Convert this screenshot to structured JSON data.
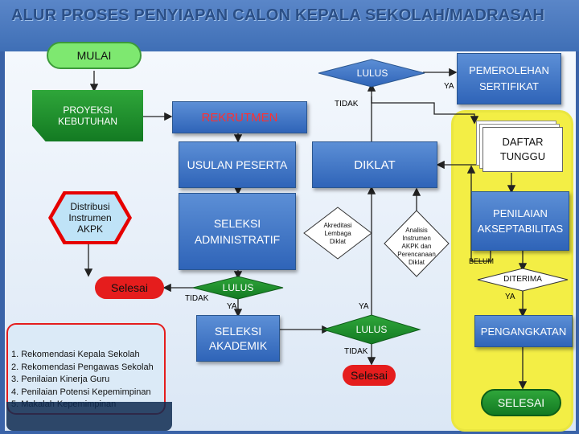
{
  "title": "ALUR PROSES PENYIAPAN CALON KEPALA SEKOLAH/MADRASAH",
  "nodes": {
    "mulai": "MULAI",
    "proyeksi_l1": "PROYEKSI",
    "proyeksi_l2": "KEBUTUHAN",
    "rekrutmen": "REKRUTMEN",
    "usulan": "USULAN PESERTA",
    "diklat": "DIKLAT",
    "lulus_top": "LULUS",
    "pemerolehan_l1": "PEMEROLEHAN",
    "pemerolehan_l2": "SERTIFIKAT",
    "daftar_l1": "DAFTAR",
    "daftar_l2": "TUNGGU",
    "distribusi_l1": "Distribusi",
    "distribusi_l2": "Instrumen",
    "distribusi_l3": "AKPK",
    "seleksi_adm_l1": "SELEKSI",
    "seleksi_adm_l2": "ADMINISTRATIF",
    "akreditasi_l1": "Akreditasi",
    "akreditasi_l2": "Lembaga",
    "akreditasi_l3": "Diklat",
    "analisis_l1": "Analisis",
    "analisis_l2": "Instrumen",
    "analisis_l3": "AKPK dan",
    "analisis_l4": "Perencanaan",
    "analisis_l5": "Diklat",
    "penilaian_l1": "PENILAIAN",
    "penilaian_l2": "AKSEPTABILITAS",
    "selesai_left": "Selesai",
    "lulus_mid": "LULUS",
    "seleksi_akd_l1": "SELEKSI",
    "seleksi_akd_l2": "AKADEMIK",
    "lulus_bottom": "LULUS",
    "selesai_mid": "Selesai",
    "pengangkatan": "PENGANGKATAN",
    "selesai_final": "SELESAI"
  },
  "edge_labels": {
    "ya_top": "YA",
    "tidak_top": "TIDAK",
    "belum": "BELUM",
    "diterima": "DITERIMA",
    "ya_right": "YA",
    "tidak_mid": "TIDAK",
    "ya_mid": "YA",
    "ya_center": "YA",
    "tidak_bottom": "TIDAK"
  },
  "notes": [
    "1. Rekomendasi Kepala Sekolah",
    "2. Rekomendasi Pengawas Sekolah",
    "3. Penilaian Kinerja Guru",
    "4. Penilaian Potensi Kepemimpinan",
    "5. Makalah Kepemimpinan"
  ],
  "colors": {
    "blue_box": "#2f64b8",
    "green": "#1d8a2a",
    "yellow_panel": "#f3ee45",
    "mulai_green": "#7ee870",
    "selesai_red": "#e51d1d"
  }
}
